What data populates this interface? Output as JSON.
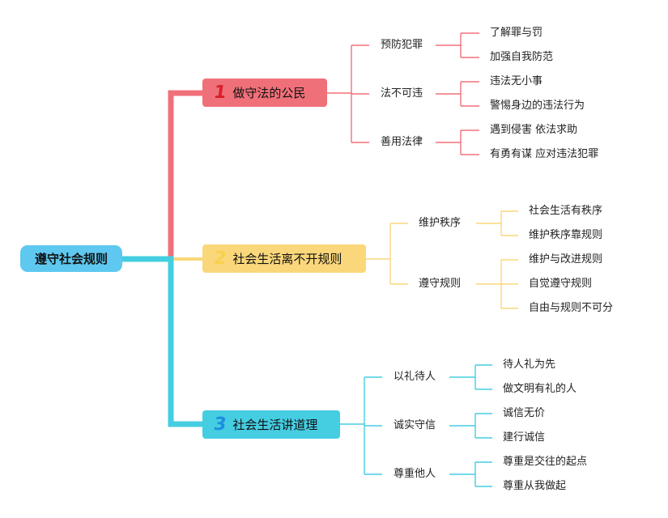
{
  "root": {
    "label": "遵守社会规则"
  },
  "colors": {
    "root": "#5ec8f0",
    "branch1": "#f0707a",
    "branch2": "#fad77a",
    "branch3": "#45cde2",
    "branch1_num": "#d8202c",
    "branch2_num": "#f9d050",
    "branch3_num": "#1c8ee0"
  },
  "branches": [
    {
      "num": "1",
      "label": "做守法的公民",
      "children": [
        {
          "label": "预防犯罪",
          "children": [
            "了解罪与罚",
            "加强自我防范"
          ]
        },
        {
          "label": "法不可违",
          "children": [
            "违法无小事",
            "警惕身边的违法行为"
          ]
        },
        {
          "label": "善用法律",
          "children": [
            "遇到侵害 依法求助",
            "有勇有谋 应对违法犯罪"
          ]
        }
      ]
    },
    {
      "num": "2",
      "label": "社会生活离不开规则",
      "children": [
        {
          "label": "维护秩序",
          "children": [
            "社会生活有秩序",
            "维护秩序靠规则"
          ]
        },
        {
          "label": "遵守规则",
          "children": [
            "维护与改进规则",
            "自觉遵守规则",
            "自由与规则不可分"
          ]
        }
      ]
    },
    {
      "num": "3",
      "label": "社会生活讲道理",
      "children": [
        {
          "label": "以礼待人",
          "children": [
            "待人礼为先",
            "做文明有礼的人"
          ]
        },
        {
          "label": "诚实守信",
          "children": [
            "诚信无价",
            "建行诚信"
          ]
        },
        {
          "label": "尊重他人",
          "children": [
            "尊重是交往的起点",
            "尊重从我做起"
          ]
        }
      ]
    }
  ]
}
